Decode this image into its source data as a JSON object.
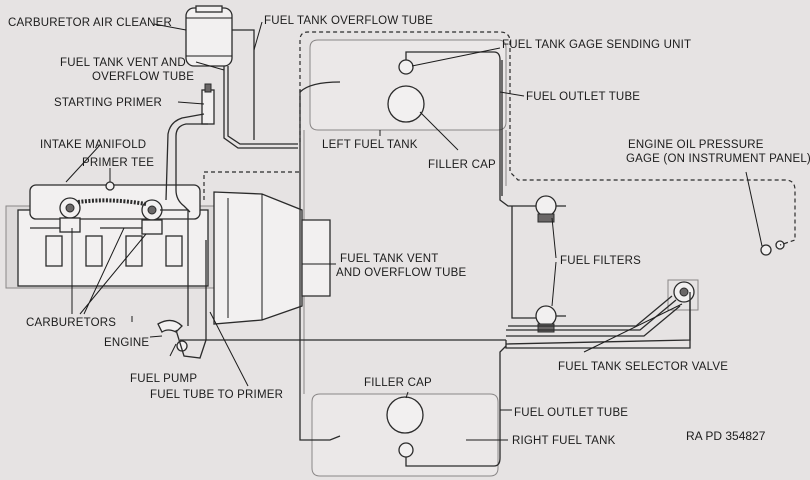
{
  "labels": {
    "carburetor_air_cleaner": "CARBURETOR AIR CLEANER",
    "fuel_tank_overflow_tube": "FUEL TANK OVERFLOW TUBE",
    "fuel_tank_vent_overflow_1": "FUEL TANK VENT AND",
    "fuel_tank_vent_overflow_2": "OVERFLOW TUBE",
    "starting_primer": "STARTING PRIMER",
    "intake_manifold": "INTAKE MANIFOLD",
    "primer_tee": "PRIMER TEE",
    "carburetors": "CARBURETORS",
    "engine": "ENGINE",
    "fuel_pump": "FUEL PUMP",
    "fuel_tube_to_primer": "FUEL TUBE TO PRIMER",
    "fuel_tank_gage_sending_unit": "FUEL TANK GAGE SENDING UNIT",
    "fuel_outlet_tube_top": "FUEL OUTLET TUBE",
    "left_fuel_tank": "LEFT FUEL TANK",
    "filler_cap_top": "FILLER CAP",
    "engine_oil_pressure_1": "ENGINE OIL PRESSURE",
    "engine_oil_pressure_2": "GAGE (ON INSTRUMENT PANEL)",
    "center_vent_1": "FUEL TANK VENT",
    "center_vent_2": "AND OVERFLOW TUBE",
    "fuel_filters": "FUEL FILTERS",
    "fuel_tank_selector_valve": "FUEL TANK SELECTOR VALVE",
    "filler_cap_bottom": "FILLER CAP",
    "fuel_outlet_tube_bottom": "FUEL OUTLET TUBE",
    "right_fuel_tank": "RIGHT FUEL TANK",
    "reference": "RA PD 354827"
  }
}
